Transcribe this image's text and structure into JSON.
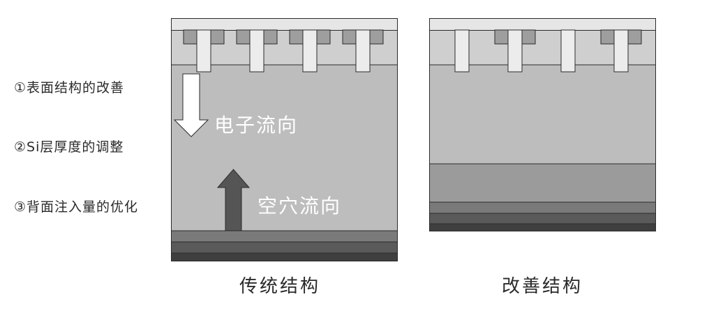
{
  "labels": {
    "item1": "①表面结构的改善",
    "item2": "②Si层厚度的调整",
    "item3": "③背面注入量的优化"
  },
  "captions": {
    "conventional": "传统结构",
    "improved": "改善结构"
  },
  "flow": {
    "electron": "电子流向",
    "hole": "空穴流向"
  },
  "colors": {
    "top_strip": "#e6e6e6",
    "surface_region": "#cfcfcf",
    "bulk": "#bdbdbd",
    "gate_block": "#9e9e9e",
    "pillar": "#ececec",
    "backside_field_stop": "#9b9b9b",
    "backside_layer_1": "#7a7a7a",
    "backside_layer_2": "#5a5a5a",
    "backside_layer_3": "#3f3f3f",
    "hole_arrow": "#555555",
    "electron_arrow": "#ffffff",
    "outline": "#2b2b2b"
  }
}
